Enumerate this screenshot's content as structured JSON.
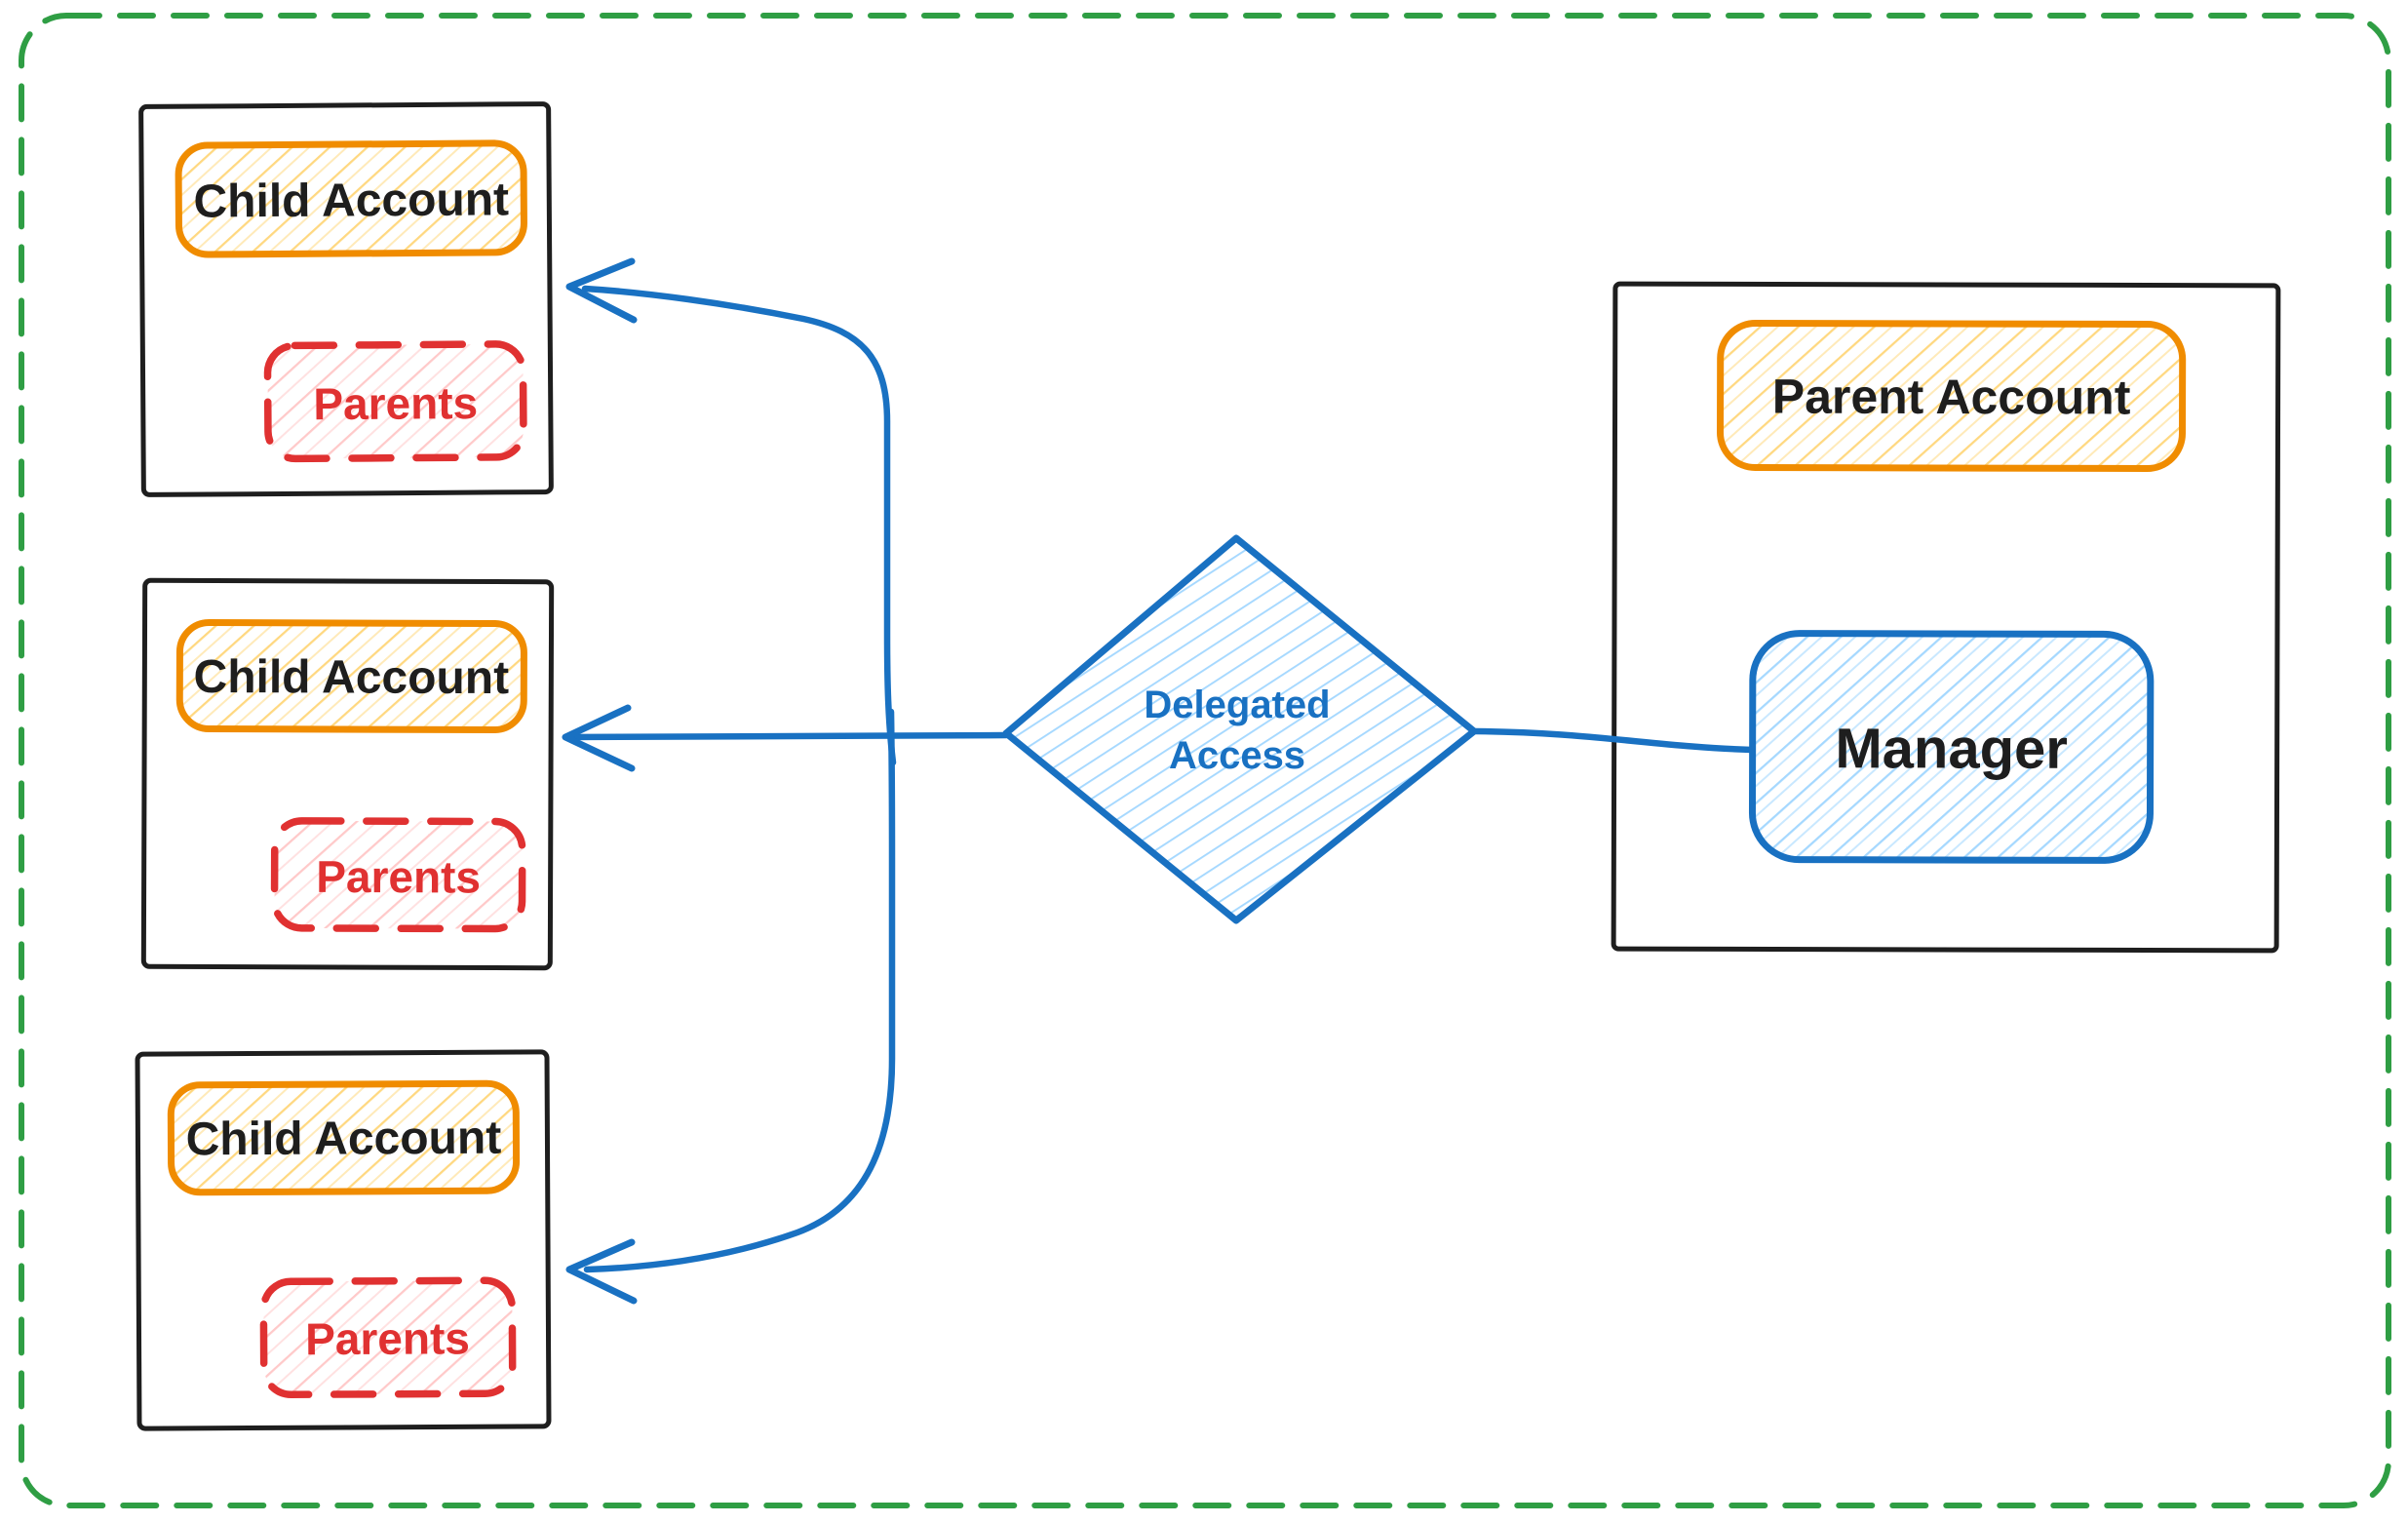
{
  "diagram": {
    "type": "flow-diagram",
    "children": [
      {
        "title": "Child Account",
        "tag": "Parents"
      },
      {
        "title": "Child Account",
        "tag": "Parents"
      },
      {
        "title": "Child Account",
        "tag": "Parents"
      }
    ],
    "parent": {
      "title": "Parent Account",
      "manager_label": "Manager"
    },
    "diamond": {
      "line1": "Delegated",
      "line2": "Access"
    },
    "connections": [
      {
        "from": "Manager",
        "to": "Delegated Access"
      },
      {
        "from": "Delegated Access",
        "to": "Child Account 1"
      },
      {
        "from": "Delegated Access",
        "to": "Child Account 2"
      },
      {
        "from": "Delegated Access",
        "to": "Child Account 3"
      }
    ],
    "colors": {
      "border_green": "#2f9e44",
      "sketch_black": "#1e1e1e",
      "accent_orange": "#f08c00",
      "hatch_yellow": "#ffd880",
      "accent_red": "#e03131",
      "hatch_pink": "#ffc9c9",
      "accent_blue": "#1971c2",
      "hatch_blue": "#a5d8ff",
      "background": "#ffffff"
    }
  }
}
